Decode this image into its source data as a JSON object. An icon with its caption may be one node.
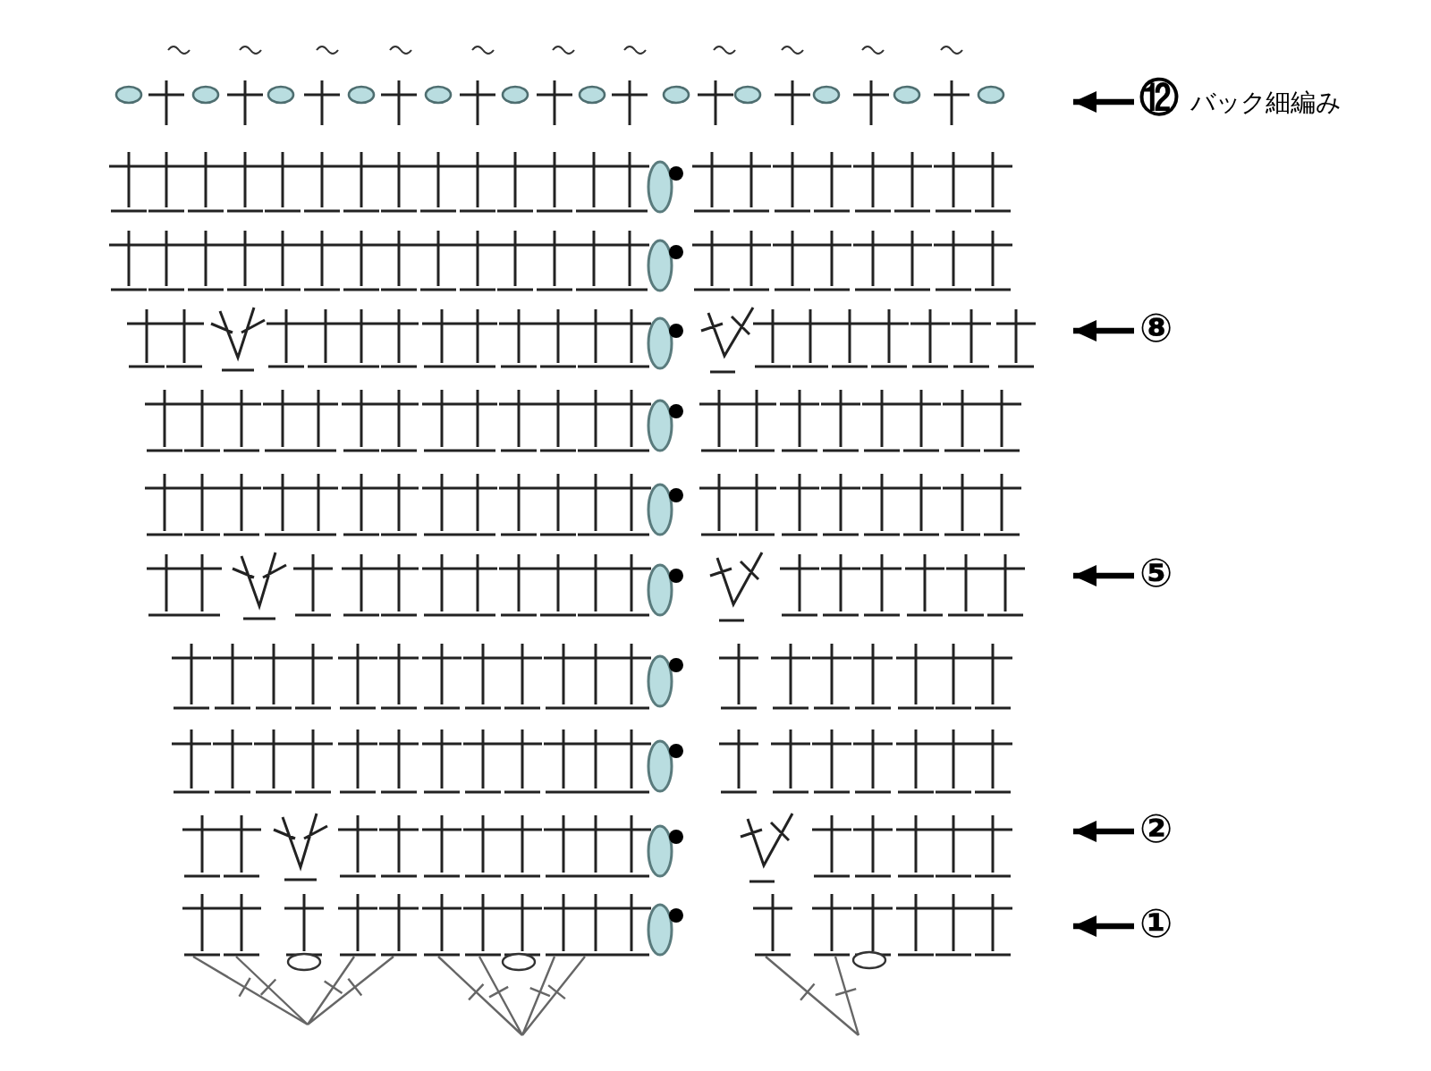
{
  "diagram": {
    "nodes": [
      {
        "text": [
          "**⑫** バック細編み"
        ]
      },
      {
        "text": [
          "⑧"
        ]
      },
      {
        "text": [
          "⑤"
        ]
      },
      {
        "text": [
          "②"
        ]
      },
      {
        "text": [
          "①"
        ]
      }
    ],
    "edges": [
      {
        "from": 0,
        "to": null,
        "arrow": "to"
      },
      {
        "from": 1,
        "to": null,
        "arrow": "to"
      },
      {
        "from": 2,
        "to": null,
        "arrow": "to"
      },
      {
        "from": 3,
        "to": null,
        "arrow": "to"
      },
      {
        "from": 4,
        "to": null,
        "arrow": "to"
      }
    ]
  }
}
